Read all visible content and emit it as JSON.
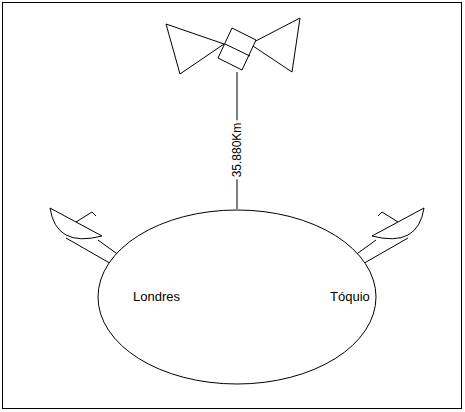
{
  "diagram": {
    "nodes": [
      {
        "text": [
          "Londres",
          "Tóquio"
        ]
      }
    ],
    "labels": [
      "35.880Km"
    ]
  }
}
